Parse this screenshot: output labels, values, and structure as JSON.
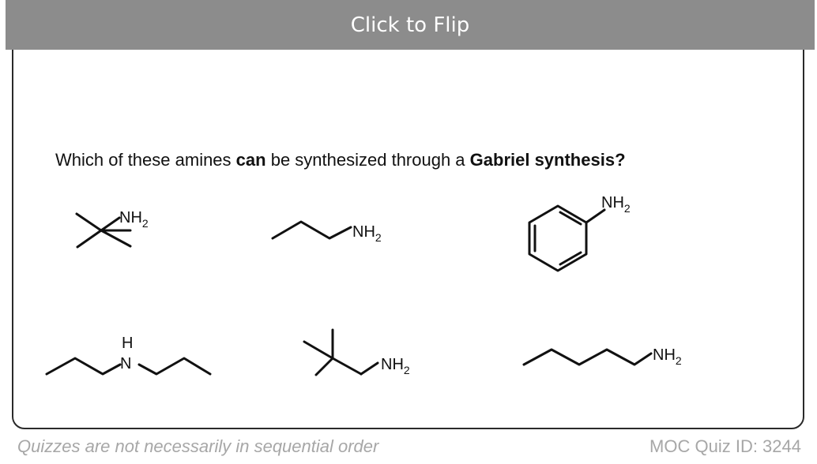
{
  "flip_bar": {
    "label": "Click to Flip"
  },
  "question": {
    "part1": "Which of these amines ",
    "bold1": "can",
    "part2": " be synthesized through a ",
    "bold2": "Gabriel synthesis?"
  },
  "molecules": {
    "tert_butylamine": {
      "group": "NH",
      "sub": "2"
    },
    "propylamine": {
      "group": "NH",
      "sub": "2"
    },
    "aniline": {
      "group": "NH",
      "sub": "2"
    },
    "dipropylamine": {
      "n": "N",
      "h": "H"
    },
    "neopentylamine": {
      "group": "NH",
      "sub": "2"
    },
    "butylamine": {
      "group": "NH",
      "sub": "2"
    }
  },
  "footer": {
    "note": "Quizzes are not necessarily in sequential order",
    "quiz_id": "MOC Quiz ID: 3244"
  }
}
